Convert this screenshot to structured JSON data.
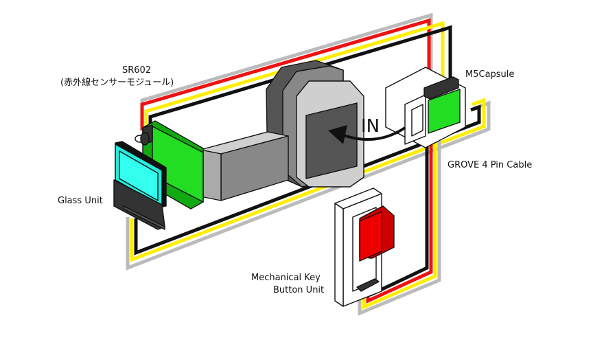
{
  "labels": {
    "sensor_name": "SR602",
    "sensor_desc": "(赤外線センサーモジュール)",
    "capsule": "M5Capsule",
    "glass": "Glass Unit",
    "grove": "GROVE  4 Pin Cable",
    "key_line1": "Mechanical Key",
    "key_line2": "Button Unit",
    "flow": "IN"
  },
  "colors": {
    "wire_red": "#ee1111",
    "wire_yellow": "#ffee00",
    "wire_black": "#111111",
    "wire_grey": "#bbbbbb",
    "pcb_green": "#22dd22",
    "glass_cyan": "#22eedd",
    "key_red": "#ee0000",
    "body_dark": "#555555",
    "body_mid": "#888888",
    "body_light": "#cfcfcf"
  }
}
